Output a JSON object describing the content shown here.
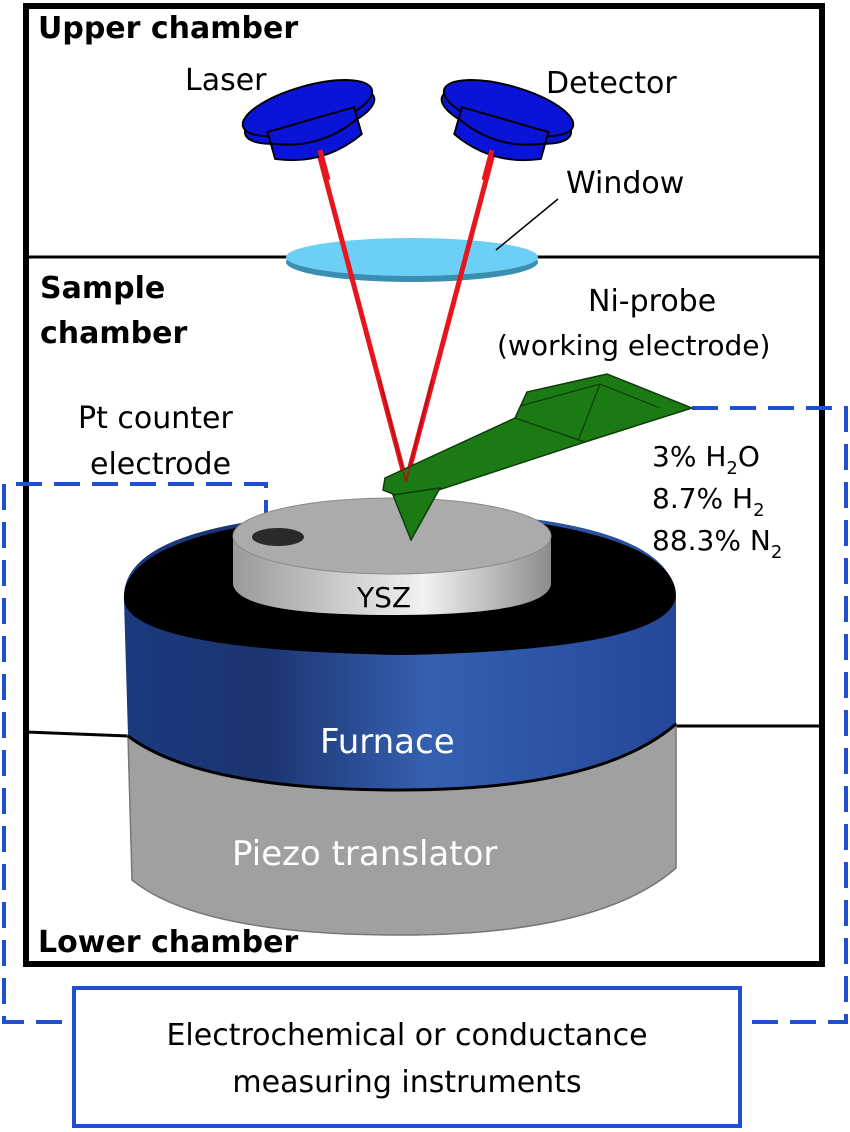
{
  "figure": {
    "chambers": {
      "upper": "Upper chamber",
      "sample_line1": "Sample",
      "sample_line2": "chamber",
      "lower": "Lower chamber"
    },
    "components": {
      "laser": "Laser",
      "detector": "Detector",
      "window": "Window",
      "probe_line1": "Ni-probe",
      "probe_line2": "(working electrode)",
      "counter_line1": "Pt counter",
      "counter_line2": "electrode",
      "sample": "YSZ",
      "furnace": "Furnace",
      "piezo": "Piezo translator"
    },
    "gas_mixture": [
      {
        "percent": "3%",
        "species": "H",
        "sub": "2",
        "suffix": "O"
      },
      {
        "percent": "8.7%",
        "species": "H",
        "sub": "2",
        "suffix": ""
      },
      {
        "percent": "88.3%",
        "species": "N",
        "sub": "2",
        "suffix": ""
      }
    ],
    "instrument_box": {
      "line1": "Electrochemical or conductance",
      "line2": "measuring instruments"
    },
    "colors": {
      "optics_blue": "#0a14d8",
      "window_blue": "#6ccff6",
      "laser_red": "#e8141e",
      "probe_green": "#1c7a14",
      "furnace_blue": "#2a4c9c",
      "wire_blue": "#1f4fd0",
      "piezo_gray": "#a0a0a0",
      "ysz_gray": "#b4b4b4"
    }
  }
}
